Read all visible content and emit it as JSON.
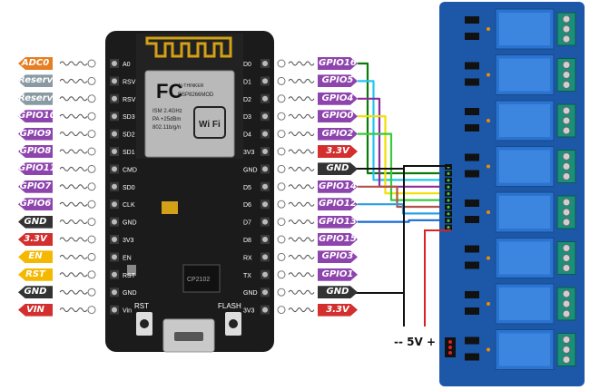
{
  "colors": {
    "board": "#1b1b1b",
    "relay_board": "#1d57a8",
    "gpio": "#8e44ad",
    "power": "#d32f2f",
    "gnd": "#333333",
    "reserved": "#8a9aa2",
    "adc": "#e67e22",
    "control": "#f5b800"
  },
  "left_labels": [
    "ADC0",
    "Reserved",
    "Reserved",
    "GPIO10",
    "GPIO9",
    "GPIO8",
    "GPIO11",
    "GPIO7",
    "GPIO6",
    "GND",
    "3.3V",
    "EN",
    "RST",
    "GND",
    "VIN"
  ],
  "left_types": [
    "adc",
    "reserved",
    "reserved",
    "gpio",
    "gpio",
    "gpio",
    "gpio",
    "gpio",
    "gpio",
    "gnd",
    "power",
    "control",
    "control",
    "gnd",
    "power"
  ],
  "right_labels": [
    "GPIO16",
    "GPIO5",
    "GPIO4",
    "GPIO0",
    "GPIO2",
    "3.3V",
    "GND",
    "GPIO14",
    "GPIO12",
    "GPIO13",
    "GPIO15",
    "GPIO3",
    "GPIO1",
    "GND",
    "3.3V"
  ],
  "right_types": [
    "gpio",
    "gpio",
    "gpio",
    "gpio",
    "gpio",
    "power",
    "gnd",
    "gpio",
    "gpio",
    "gpio",
    "gpio",
    "gpio",
    "gpio",
    "gnd",
    "power"
  ],
  "board_pins_left": [
    "A0",
    "RSV",
    "RSV",
    "SD3",
    "SD2",
    "SD1",
    "CMD",
    "SD0",
    "CLK",
    "GND",
    "3V3",
    "EN",
    "RST",
    "GND",
    "Vin"
  ],
  "board_pins_right": [
    "D0",
    "D1",
    "D2",
    "D3",
    "D4",
    "3V3",
    "GND",
    "D5",
    "D6",
    "D7",
    "D8",
    "RX",
    "TX",
    "GND",
    "3V3"
  ],
  "module": {
    "fcc": "FC",
    "vendor_text": "AI-THINKER",
    "model": "ESP8266MOD",
    "isn": "ISM 2.4GHz",
    "pa": "PA +25dBm",
    "proto": "802.11b/g/n",
    "wifi": "Wi Fi"
  },
  "board_buttons": {
    "rst": "RST",
    "flash": "FLASH"
  },
  "usb_chip": "CP2102",
  "supply_label": "-- 5V +",
  "relay_count": 8,
  "wires": [
    {
      "from": "GPIO16",
      "color": "#0a7a0a"
    },
    {
      "from": "GPIO5",
      "color": "#21c4f2"
    },
    {
      "from": "GPIO4",
      "color": "#8e2b9e"
    },
    {
      "from": "GPIO0",
      "color": "#f0e000"
    },
    {
      "from": "GPIO2",
      "color": "#3cc83c"
    },
    {
      "from": "GPIO14",
      "color": "#b2504a"
    },
    {
      "from": "GPIO12",
      "color": "#2aa0e0"
    },
    {
      "from": "GPIO13",
      "color": "#1a6bd1"
    }
  ]
}
